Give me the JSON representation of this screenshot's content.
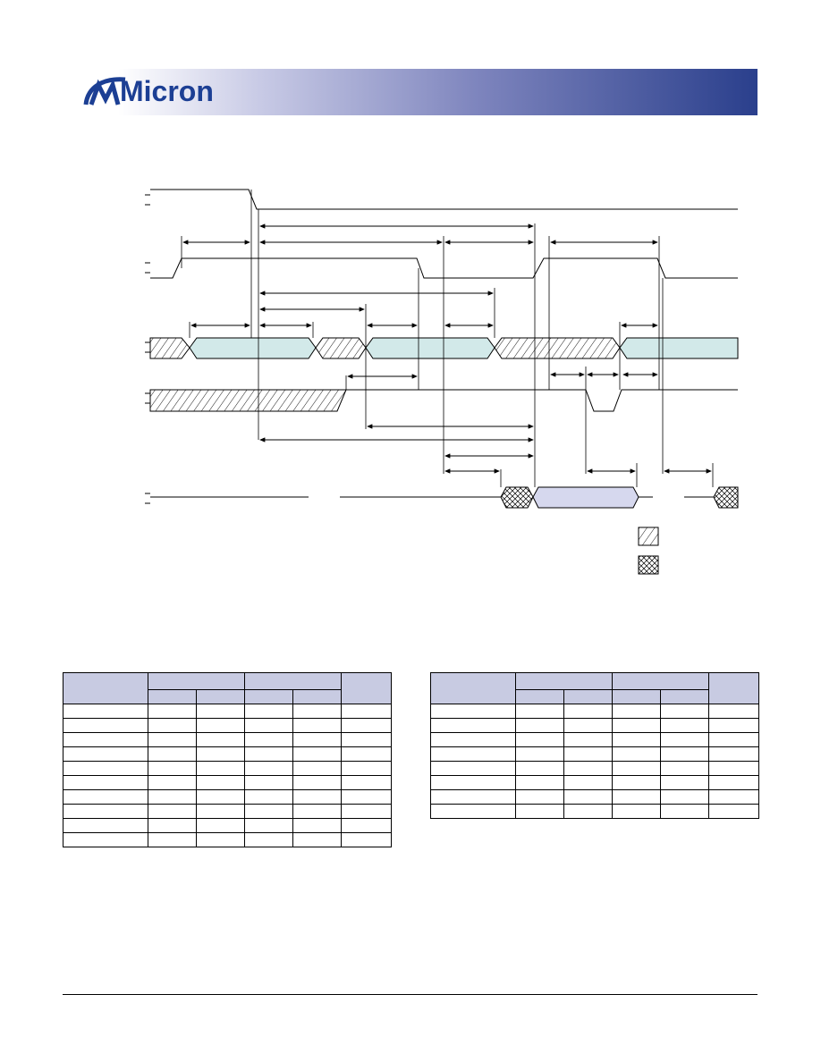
{
  "header": {
    "logo_text": "Micron",
    "brand_color": "#1c3f94"
  },
  "diagram": {
    "signal_count": 5,
    "legend": [
      {
        "pattern": "diagonal-hatch",
        "label": ""
      },
      {
        "pattern": "cross-hatch",
        "label": ""
      }
    ]
  },
  "tables": [
    {
      "name": "timing-table-left",
      "group_columns": 2,
      "sub_columns": 4,
      "data_rows": 10
    },
    {
      "name": "timing-table-right",
      "group_columns": 2,
      "sub_columns": 4,
      "data_rows": 8
    }
  ]
}
